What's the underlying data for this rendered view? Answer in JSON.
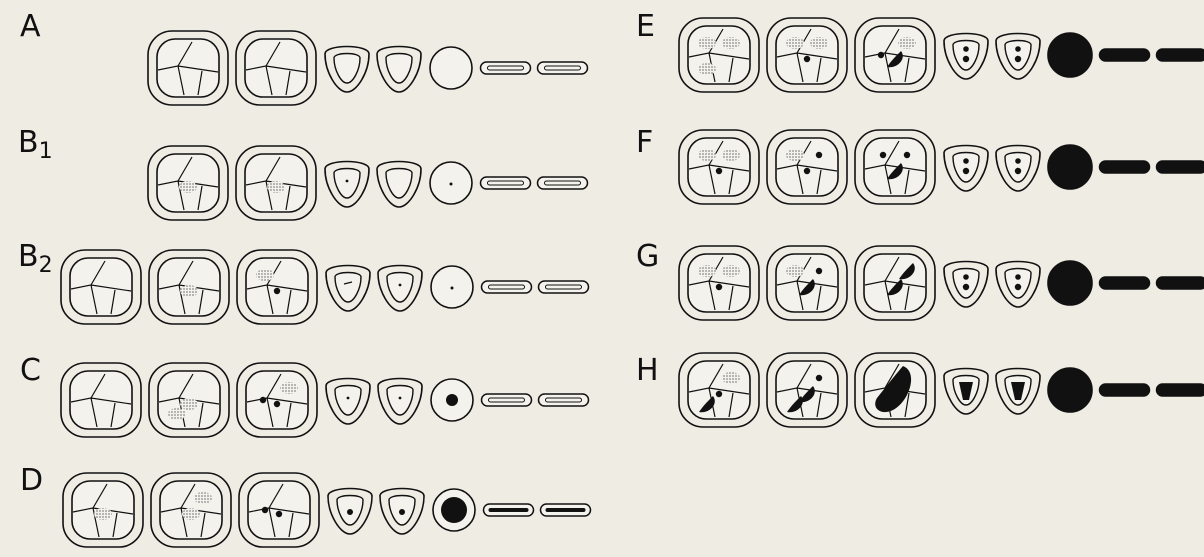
{
  "figure": {
    "background": "#efece4",
    "ink": "#111111",
    "crown_fill": "#f4f2ec",
    "hatch_fill": "#8a8a8a",
    "stages": [
      {
        "letter": "A",
        "sub": "",
        "teeth": [
          {
            "kind": "molar",
            "hatch": [],
            "dots": [],
            "blobs": []
          },
          {
            "kind": "molar",
            "hatch": [],
            "dots": [],
            "blobs": []
          },
          {
            "kind": "premolar",
            "fill": "none"
          },
          {
            "kind": "premolar",
            "fill": "none"
          },
          {
            "kind": "canine",
            "fill": "none"
          },
          {
            "kind": "incisor",
            "fill": "none"
          },
          {
            "kind": "incisor",
            "fill": "none"
          }
        ]
      },
      {
        "letter": "B",
        "sub": "1",
        "teeth": [
          {
            "kind": "molar",
            "hatch": [
              "c"
            ],
            "dots": [],
            "blobs": []
          },
          {
            "kind": "molar",
            "hatch": [
              "c"
            ],
            "dots": [],
            "blobs": []
          },
          {
            "kind": "premolar",
            "fill": "tiny"
          },
          {
            "kind": "premolar",
            "fill": "none"
          },
          {
            "kind": "canine",
            "fill": "tiny"
          },
          {
            "kind": "incisor",
            "fill": "none"
          },
          {
            "kind": "incisor",
            "fill": "none"
          }
        ]
      },
      {
        "letter": "B",
        "sub": "2",
        "teeth": [
          {
            "kind": "molar",
            "hatch": [],
            "dots": [],
            "blobs": []
          },
          {
            "kind": "molar",
            "hatch": [
              "c"
            ],
            "dots": [],
            "blobs": []
          },
          {
            "kind": "molar",
            "hatch": [
              "tl"
            ],
            "dots": [
              "c"
            ],
            "blobs": []
          },
          {
            "kind": "premolar",
            "fill": "line"
          },
          {
            "kind": "premolar",
            "fill": "tiny"
          },
          {
            "kind": "canine",
            "fill": "tiny"
          },
          {
            "kind": "incisor",
            "fill": "none"
          },
          {
            "kind": "incisor",
            "fill": "none"
          }
        ]
      },
      {
        "letter": "C",
        "sub": "",
        "teeth": [
          {
            "kind": "molar",
            "hatch": [],
            "dots": [],
            "blobs": []
          },
          {
            "kind": "molar",
            "hatch": [
              "c",
              "bl"
            ],
            "dots": [],
            "blobs": []
          },
          {
            "kind": "molar",
            "hatch": [
              "tr"
            ],
            "dots": [
              "c",
              "l"
            ],
            "blobs": []
          },
          {
            "kind": "premolar",
            "fill": "tiny"
          },
          {
            "kind": "premolar",
            "fill": "tiny"
          },
          {
            "kind": "canine",
            "fill": "dot"
          },
          {
            "kind": "incisor",
            "fill": "none"
          },
          {
            "kind": "incisor",
            "fill": "none"
          }
        ]
      },
      {
        "letter": "D",
        "sub": "",
        "teeth": [
          {
            "kind": "molar",
            "hatch": [
              "c"
            ],
            "dots": [],
            "blobs": []
          },
          {
            "kind": "molar",
            "hatch": [
              "c",
              "tr"
            ],
            "dots": [],
            "blobs": []
          },
          {
            "kind": "molar",
            "hatch": [],
            "dots": [
              "c",
              "l"
            ],
            "blobs": []
          },
          {
            "kind": "premolar",
            "fill": "dot"
          },
          {
            "kind": "premolar",
            "fill": "dot"
          },
          {
            "kind": "canine",
            "fill": "big"
          },
          {
            "kind": "incisor",
            "fill": "line"
          },
          {
            "kind": "incisor",
            "fill": "line"
          }
        ]
      },
      {
        "letter": "E",
        "sub": "",
        "teeth": [
          {
            "kind": "molar",
            "hatch": [
              "tl",
              "tr",
              "bl"
            ],
            "dots": [],
            "blobs": []
          },
          {
            "kind": "molar",
            "hatch": [
              "tl",
              "tr"
            ],
            "dots": [
              "c"
            ],
            "blobs": []
          },
          {
            "kind": "molar",
            "hatch": [
              "tr"
            ],
            "dots": [
              "l"
            ],
            "blobs": [
              "c"
            ]
          },
          {
            "kind": "premolar",
            "fill": "dot2"
          },
          {
            "kind": "premolar",
            "fill": "dot2"
          },
          {
            "kind": "canine",
            "fill": "full"
          },
          {
            "kind": "incisor",
            "fill": "full"
          },
          {
            "kind": "incisor",
            "fill": "full"
          }
        ]
      },
      {
        "letter": "F",
        "sub": "",
        "teeth": [
          {
            "kind": "molar",
            "hatch": [
              "tl",
              "tr"
            ],
            "dots": [
              "c"
            ],
            "blobs": []
          },
          {
            "kind": "molar",
            "hatch": [
              "tl"
            ],
            "dots": [
              "c",
              "tr"
            ],
            "blobs": []
          },
          {
            "kind": "molar",
            "hatch": [],
            "dots": [
              "tl",
              "tr"
            ],
            "blobs": [
              "c"
            ]
          },
          {
            "kind": "premolar",
            "fill": "dot2"
          },
          {
            "kind": "premolar",
            "fill": "dot2"
          },
          {
            "kind": "canine",
            "fill": "full"
          },
          {
            "kind": "incisor",
            "fill": "full"
          },
          {
            "kind": "incisor",
            "fill": "full"
          }
        ]
      },
      {
        "letter": "G",
        "sub": "",
        "teeth": [
          {
            "kind": "molar",
            "hatch": [
              "tl",
              "tr"
            ],
            "dots": [
              "c"
            ],
            "blobs": []
          },
          {
            "kind": "molar",
            "hatch": [
              "tl"
            ],
            "dots": [
              "tr"
            ],
            "blobs": [
              "c"
            ]
          },
          {
            "kind": "molar",
            "hatch": [],
            "dots": [],
            "blobs": [
              "c",
              "tr"
            ]
          },
          {
            "kind": "premolar",
            "fill": "dot2"
          },
          {
            "kind": "premolar",
            "fill": "dot2"
          },
          {
            "kind": "canine",
            "fill": "full"
          },
          {
            "kind": "incisor",
            "fill": "full"
          },
          {
            "kind": "incisor",
            "fill": "full"
          }
        ]
      },
      {
        "letter": "H",
        "sub": "",
        "teeth": [
          {
            "kind": "molar",
            "hatch": [
              "tr"
            ],
            "dots": [
              "c"
            ],
            "blobs": [
              "bl"
            ]
          },
          {
            "kind": "molar",
            "hatch": [],
            "dots": [
              "tr"
            ],
            "blobs": [
              "c",
              "bl"
            ]
          },
          {
            "kind": "molar",
            "hatch": [],
            "dots": [],
            "blobs": [
              "big"
            ]
          },
          {
            "kind": "premolar",
            "fill": "big"
          },
          {
            "kind": "premolar",
            "fill": "big"
          },
          {
            "kind": "canine",
            "fill": "full"
          },
          {
            "kind": "incisor",
            "fill": "full"
          },
          {
            "kind": "incisor",
            "fill": "full"
          }
        ]
      }
    ]
  }
}
